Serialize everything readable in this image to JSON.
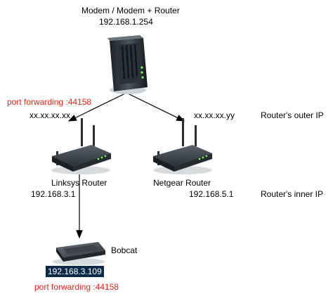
{
  "colors": {
    "highlight": "#e8231b",
    "ip_badge_bg": "#0b2a4a",
    "ip_badge_fg": "#ffffff",
    "line": "#000000"
  },
  "modem": {
    "icon": "modem-icon",
    "title": "Modem / Modem + Router",
    "ip": "192.168.1.254"
  },
  "linksys": {
    "icon": "router-icon",
    "port_forwarding": "port forwarding :44158",
    "outer_ip": "xx.xx.xx.xx",
    "name": "Linksys Router",
    "inner_ip": "192.168.3.1"
  },
  "netgear": {
    "icon": "router-icon",
    "outer_ip": "xx.xx.xx.yy",
    "name": "Netgear Router",
    "inner_ip": "192.168.5.1"
  },
  "legend": {
    "outer_ip_label": "Router's outer IP",
    "inner_ip_label": "Router's inner IP"
  },
  "bobcat": {
    "icon": "miner-device-icon",
    "name": "Bobcat",
    "ip": "192.168.3.109",
    "port_forwarding": "port forwarding :44158"
  }
}
